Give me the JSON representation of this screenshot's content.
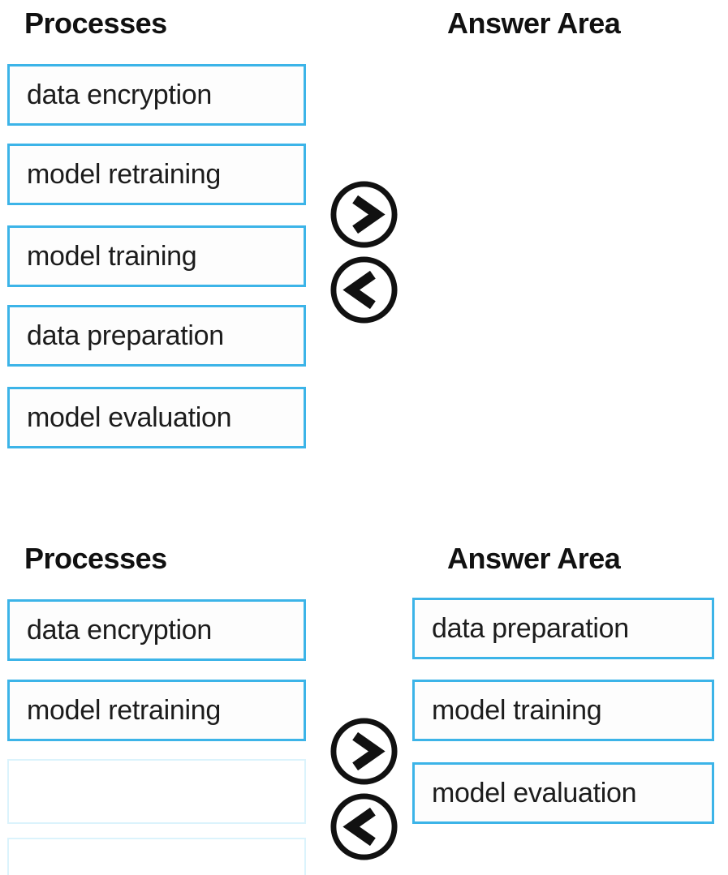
{
  "colors": {
    "box_border": "#3CB4E8",
    "empty_slot_border": "#DBF3FC",
    "arrow": "#111111",
    "text": "#1C1C1C"
  },
  "icons": {
    "move_right": "chevron-right-icon",
    "move_left": "chevron-left-icon"
  },
  "sections": [
    {
      "processes_title": "Processes",
      "answer_title": "Answer Area",
      "processes": [
        "data encryption",
        "model retraining",
        "model training",
        "data preparation",
        "model evaluation"
      ],
      "answers": [],
      "empty_process_slots": 0
    },
    {
      "processes_title": "Processes",
      "answer_title": "Answer Area",
      "processes": [
        "data encryption",
        "model retraining"
      ],
      "answers": [
        "data preparation",
        "model training",
        "model evaluation"
      ],
      "empty_process_slots": 2
    }
  ]
}
